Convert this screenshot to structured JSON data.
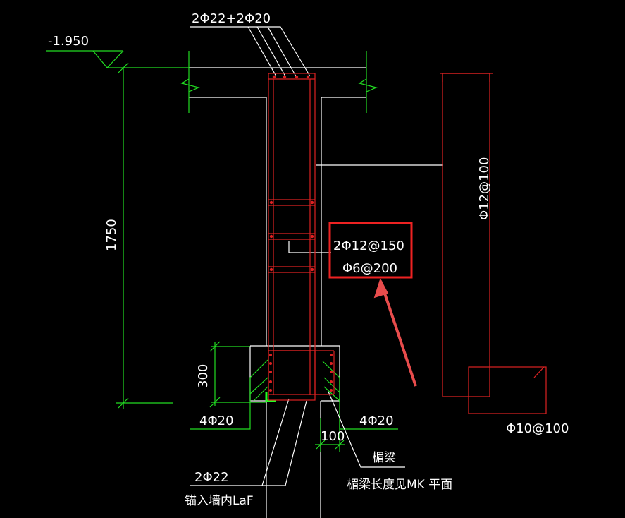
{
  "colors": {
    "background": "#000000",
    "outline": "#ffffff",
    "dimension": "#22dd22",
    "rebar": "#dd2222",
    "highlight_box": "#ee2222",
    "arrow": "#e84c4c"
  },
  "labels": {
    "top_rebar": "2Φ22+2Φ20",
    "elevation": "-1.950",
    "height_dim": "1750",
    "side_rebar": "2Φ12@150",
    "stirrup": "Φ6@200",
    "vertical_rebar": "Φ12@100",
    "beam_depth": "300",
    "left_corner_rebar": "4Φ20",
    "right_corner_rebar": "4Φ20",
    "bottom_rebar": "2Φ22",
    "anchor_note": "锚入墙内LaF",
    "offset_dim": "100",
    "lintel": "楣梁",
    "lintel_note": "楣梁长度见MK 平面",
    "horizontal_rebar": "Φ10@100"
  }
}
